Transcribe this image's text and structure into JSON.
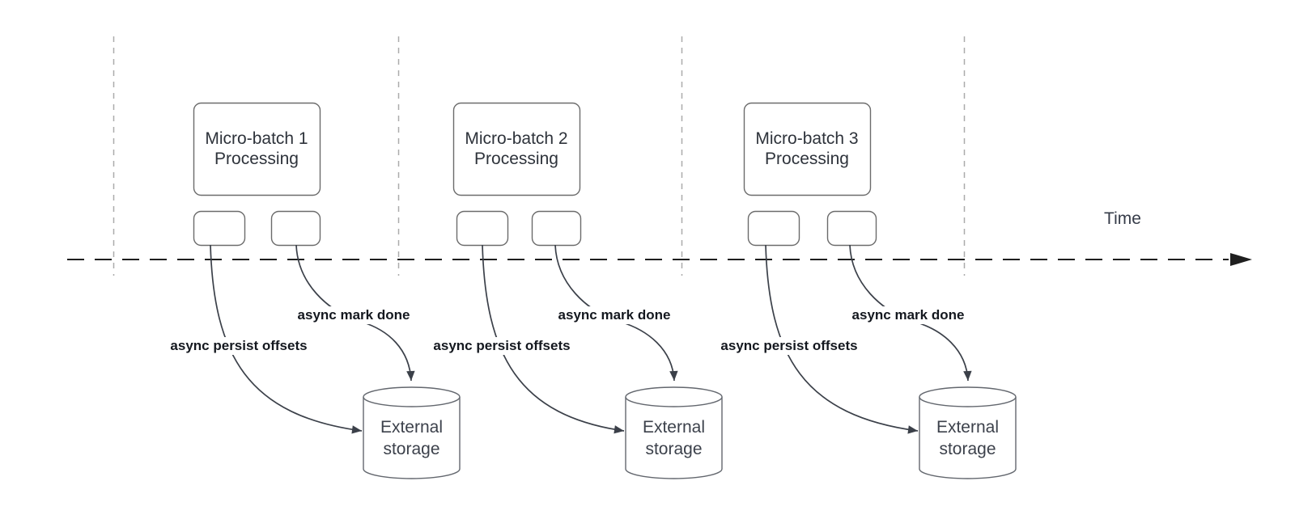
{
  "diagram": {
    "time_axis": {
      "label": "Time"
    },
    "batches": [
      {
        "title_lines": [
          "Micro-batch 1",
          "Processing"
        ],
        "persist_offsets_label": "async persist offsets",
        "mark_done_label": "async mark done",
        "storage_lines": [
          "External",
          "storage"
        ]
      },
      {
        "title_lines": [
          "Micro-batch 2",
          "Processing"
        ],
        "persist_offsets_label": "async persist offsets",
        "mark_done_label": "async mark done",
        "storage_lines": [
          "External",
          "storage"
        ]
      },
      {
        "title_lines": [
          "Micro-batch 3",
          "Processing"
        ],
        "persist_offsets_label": "async persist offsets",
        "mark_done_label": "async mark done",
        "storage_lines": [
          "External",
          "storage"
        ]
      }
    ],
    "colors": {
      "background": "#ffffff",
      "time_axis_line": "#1f1f1f",
      "guide_line": "#ababab",
      "shape_border": "#6b6b6b",
      "connector": "#3b4049",
      "node_text": "#2e333b",
      "edge_label_text": "#14181f"
    }
  }
}
